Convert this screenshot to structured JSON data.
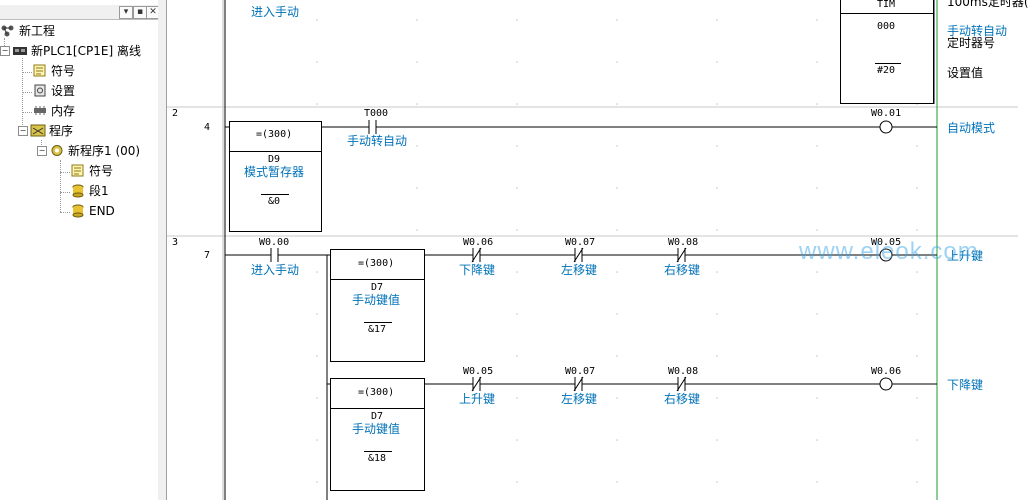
{
  "tree": {
    "project": "新工程",
    "plc": "新PLC1[CP1E] 离线",
    "symbols": "符号",
    "settings": "设置",
    "memory": "内存",
    "programs": "程序",
    "program1": "新程序1 (00)",
    "prog_symbols": "符号",
    "section1": "段1",
    "end": "END"
  },
  "ladder": {
    "rung1": {
      "contact_comment": "进入手动",
      "tim_label": "TIM",
      "tim_number": "000",
      "tim_setvalue": "#20",
      "note_top": "100ms定时器(",
      "note_comment": "手动转自动",
      "note_timer_no": "定时器号",
      "note_set_value": "设置值"
    },
    "rung2": {
      "rung_number": "2",
      "step": "4",
      "mov_op": "=(300)",
      "mov_dest": "D9",
      "mov_dest_comment": "模式暂存器",
      "mov_value": "&0",
      "contact_addr": "T000",
      "contact_comment": "手动转自动",
      "coil_addr": "W0.01",
      "coil_comment": "自动模式"
    },
    "rung3": {
      "rung_number": "3",
      "step": "7",
      "c_in_addr": "W0.00",
      "c_in_comment": "进入手动",
      "box1_op": "=(300)",
      "box1_dest": "D7",
      "box1_dest_comment": "手动键值",
      "box1_value": "&17",
      "c1_addr": "W0.06",
      "c1_comment": "下降键",
      "c2_addr": "W0.07",
      "c2_comment": "左移键",
      "c3_addr": "W0.08",
      "c3_comment": "右移键",
      "coil1_addr": "W0.05",
      "coil1_comment": "上升键",
      "box2_op": "=(300)",
      "box2_dest": "D7",
      "box2_dest_comment": "手动键值",
      "box2_value": "&18",
      "c4_addr": "W0.05",
      "c4_comment": "上升键",
      "c5_addr": "W0.07",
      "c5_comment": "左移键",
      "c6_addr": "W0.08",
      "c6_comment": "右移键",
      "coil2_addr": "W0.06",
      "coil2_comment": "下降键"
    },
    "watermark": "www.eleok.com"
  }
}
